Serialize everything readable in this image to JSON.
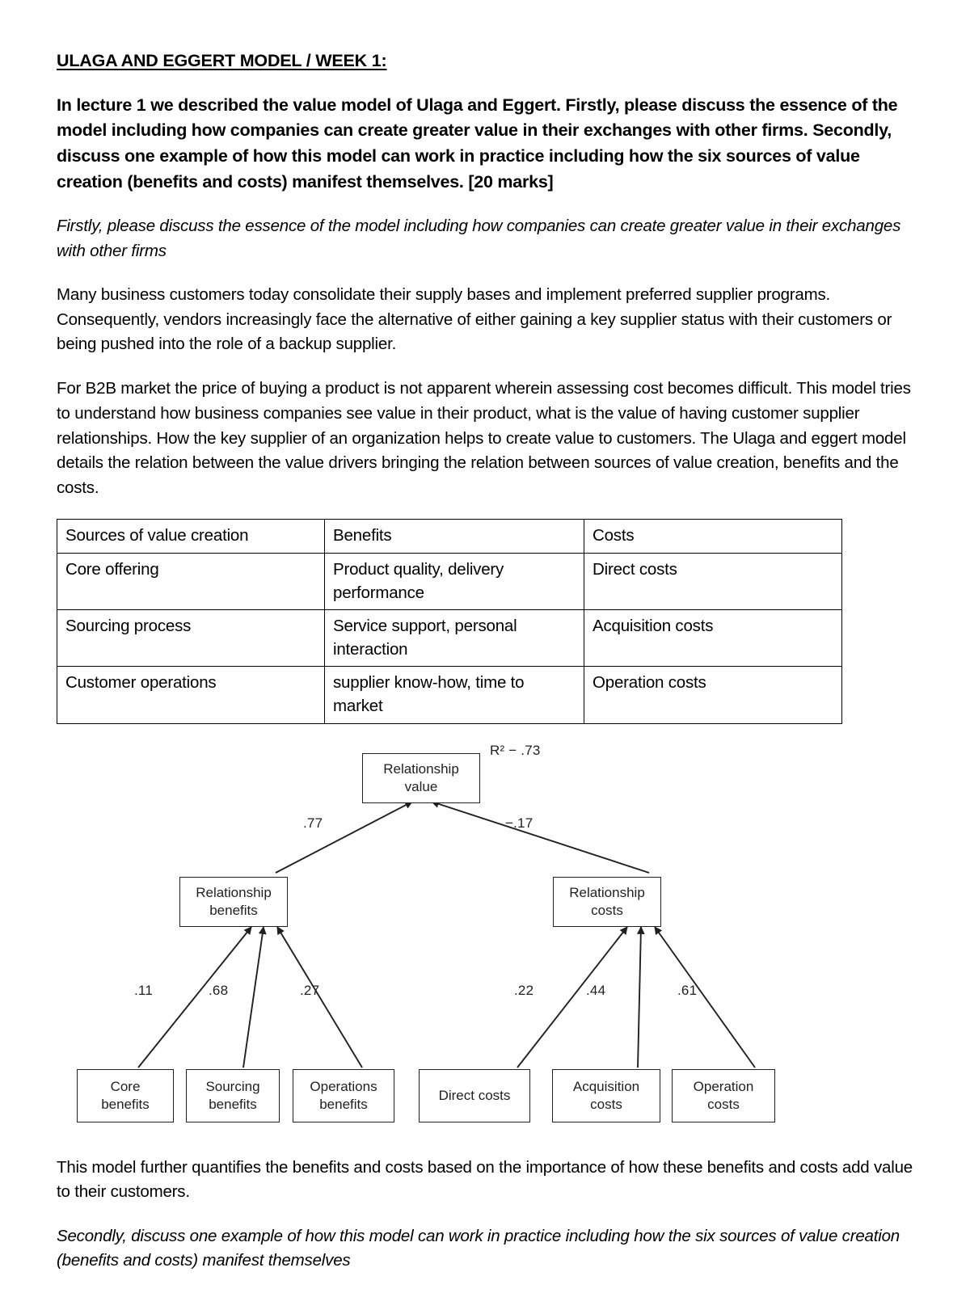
{
  "document": {
    "title": "ULAGA AND EGGERT MODEL / WEEK 1:",
    "question_bold": "In lecture 1 we described the value model of Ulaga and Eggert. Firstly, please discuss the essence of the model including how companies can create greater value in their exchanges with other firms. Secondly, discuss one example of how this model can work in practice including how the six sources of value creation (benefits and costs) manifest themselves. [20 marks]",
    "subheading_1": "Firstly, please discuss the essence of the model including how companies can create greater value in their exchanges with other firms",
    "paragraph_1": "Many business customers today consolidate their supply bases and implement preferred supplier programs. Consequently, vendors increasingly face the alternative of either gaining a key supplier status with their customers or being pushed into the role of a backup supplier.",
    "paragraph_2": "For B2B market the price of buying a product is not apparent wherein assessing cost becomes difficult. This model tries to understand how business companies see value in their product, what is the value of having customer supplier relationships. How the key supplier of an organization helps to create value to customers. The Ulaga and eggert model details the relation between the value drivers bringing the relation between sources of value creation, benefits and the costs.",
    "paragraph_3": "This model further quantifies the benefits and costs based on the importance of how these benefits and costs add value to their customers.",
    "subheading_2": "Secondly, discuss one example of how this model can work in practice including how the six sources of value creation (benefits and costs) manifest themselves"
  },
  "table": {
    "headers": [
      "Sources of value creation",
      "Benefits",
      "Costs"
    ],
    "rows": [
      [
        "Core offering",
        "Product quality, delivery performance",
        "Direct costs"
      ],
      [
        "Sourcing process",
        "Service support, personal interaction",
        "Acquisition costs"
      ],
      [
        "Customer operations",
        "supplier know-how, time to market",
        "Operation costs"
      ]
    ]
  },
  "chart_data": {
    "type": "diagram",
    "title": "Ulaga and Eggert relationship value path model",
    "r2_label": "R² − .73",
    "nodes": {
      "top": {
        "line1": "Relationship",
        "line2": "value"
      },
      "mid_left": {
        "line1": "Relationship",
        "line2": "benefits"
      },
      "mid_right": {
        "line1": "Relationship",
        "line2": "costs"
      },
      "bottom": [
        {
          "line1": "Core",
          "line2": "benefits"
        },
        {
          "line1": "Sourcing",
          "line2": "benefits"
        },
        {
          "line1": "Operations",
          "line2": "benefits"
        },
        {
          "line1": "Direct costs",
          "line2": ""
        },
        {
          "line1": "Acquisition",
          "line2": "costs"
        },
        {
          "line1": "Operation",
          "line2": "costs"
        }
      ]
    },
    "paths": [
      {
        "from": "Relationship benefits",
        "to": "Relationship value",
        "coefficient": ".77"
      },
      {
        "from": "Relationship costs",
        "to": "Relationship value",
        "coefficient": "−.17"
      },
      {
        "from": "Core benefits",
        "to": "Relationship benefits",
        "coefficient": ".11"
      },
      {
        "from": "Sourcing benefits",
        "to": "Relationship benefits",
        "coefficient": ".68"
      },
      {
        "from": "Operations benefits",
        "to": "Relationship benefits",
        "coefficient": ".27"
      },
      {
        "from": "Direct costs",
        "to": "Relationship costs",
        "coefficient": ".22"
      },
      {
        "from": "Acquisition costs",
        "to": "Relationship costs",
        "coefficient": ".44"
      },
      {
        "from": "Operation costs",
        "to": "Relationship costs",
        "coefficient": ".61"
      }
    ],
    "line_color": "#231f20"
  }
}
